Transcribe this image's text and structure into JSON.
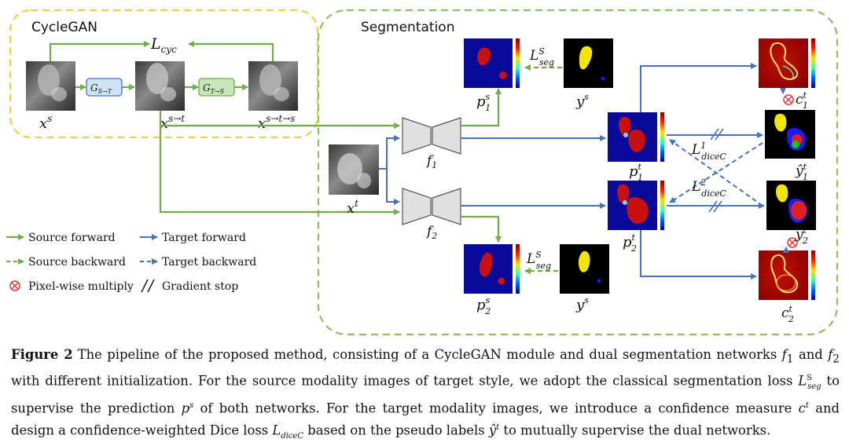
{
  "sections": {
    "cyclegan": "CycleGAN",
    "segmentation": "Segmentation"
  },
  "generators": {
    "g_st": "G",
    "g_st_sub": "S→T",
    "g_ts": "G",
    "g_ts_sub": "T→S"
  },
  "symbols": {
    "L_cyc": "L",
    "L_cyc_sub": "cyc",
    "x_s": "x",
    "x_s_sup": "s",
    "x_st": "x",
    "x_st_sup": "s→t",
    "x_sts": "x",
    "x_sts_sup": "s→t→s",
    "x_t": "x",
    "x_t_sup": "t",
    "f1": "f",
    "f1_sub": "1",
    "f2": "f",
    "f2_sub": "2",
    "p1s": "p",
    "p1s_sup": "s",
    "p1s_sub": "1",
    "p2s": "p",
    "p2s_sup": "s",
    "p2s_sub": "2",
    "ys_top": "y",
    "ys_top_sup": "s",
    "ys_bot": "y",
    "ys_bot_sup": "s",
    "Lseg_top": "L",
    "Lseg_top_sup": "S",
    "Lseg_top_sub": "seg",
    "Lseg_bot": "L",
    "Lseg_bot_sup": "S",
    "Lseg_bot_sub": "seg",
    "p1t": "p",
    "p1t_sup": "t",
    "p1t_sub": "1",
    "p2t": "p",
    "p2t_sup": "t",
    "p2t_sub": "2",
    "L1dice": "L",
    "L1dice_sup": "1",
    "L1dice_sub": "diceC",
    "L2dice": "L",
    "L2dice_sup": "2",
    "L2dice_sub": "diceC",
    "c1t": "c",
    "c1t_sup": "t",
    "c1t_sub": "1",
    "c2t": "c",
    "c2t_sup": "t",
    "c2t_sub": "2",
    "y1hat": "ŷ",
    "y1hat_sup": "t",
    "y1hat_sub": "1",
    "y2hat": "ŷ",
    "y2hat_sup": "t",
    "y2hat_sub": "2"
  },
  "legend": {
    "source_forward": "Source forward",
    "target_forward": "Target forward",
    "source_backward": "Source backward",
    "target_backward": "Target backward",
    "pixel_multiply": "Pixel-wise multiply",
    "gradient_stop": "Gradient stop"
  },
  "colors": {
    "source": "#70ad47",
    "target": "#4472c4",
    "cyclegan_border": "#f5cc3c",
    "seg_border": "#8fbf5c",
    "multiply": "#e0312e"
  },
  "caption": {
    "label": "Figure 2",
    "text_1": "The pipeline of the proposed method, consisting of a CycleGAN module and dual segmentation networks ",
    "f1": "f",
    "f1_sub": "1",
    "text_2": " and ",
    "f2": "f",
    "f2_sub": "2",
    "text_3": " with different initialization. For the source modality images of target style, we adopt the classical segmentation loss ",
    "Lseg": "L",
    "Lseg_sup": "S",
    "Lseg_sub": "seg",
    "text_4": " to supervise the prediction ",
    "ps": "p",
    "ps_sup": "s",
    "text_5": " of both networks. For the target modality images, we introduce a confidence measure ",
    "ct": "c",
    "ct_sup": "t",
    "text_6": " and design a confidence-weighted Dice loss ",
    "Ldice": "L",
    "Ldice_sub": "diceC",
    "text_7": " based on the pseudo labels ",
    "yhat": "ŷ",
    "yhat_sup": "t",
    "text_8": " to mutually supervise the dual networks."
  }
}
